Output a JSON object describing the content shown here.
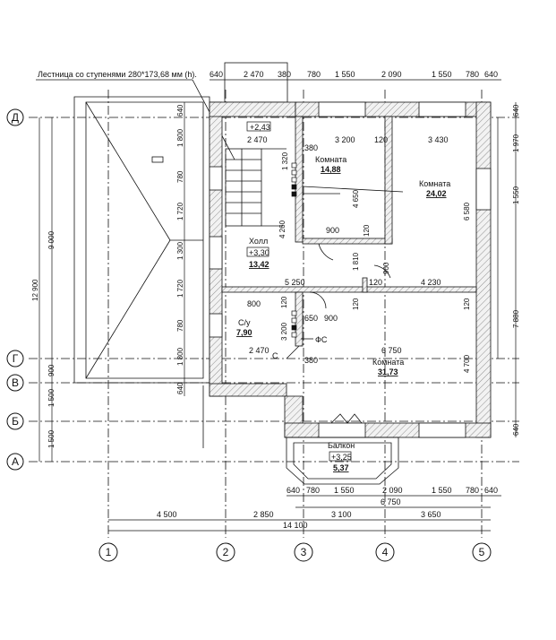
{
  "stair_note": "Лестница со ступенями 280*173,68 мм (h).",
  "axes": {
    "horizontal": [
      "Д",
      "Г",
      "В",
      "Б",
      "А"
    ],
    "vertical": [
      "1",
      "2",
      "3",
      "4",
      "5"
    ]
  },
  "rooms": [
    {
      "name": "Комната",
      "area": "14,88"
    },
    {
      "name": "Комната",
      "area": "24,02"
    },
    {
      "name": "Холл",
      "level": "+3,30",
      "area": "13,42"
    },
    {
      "name": "С/у",
      "area": "7,90"
    },
    {
      "name": "Комната",
      "area": "31,73"
    },
    {
      "name": "Балкон",
      "level": "+3,25",
      "area": "5,37"
    }
  ],
  "levels": {
    "top_left": "+2,43"
  },
  "labels": {
    "fs": "ФС",
    "c": "С"
  },
  "dims": {
    "top_row": [
      "640",
      "2 470",
      "380",
      "780",
      "1 550",
      "2 090",
      "1 550",
      "780",
      "640"
    ],
    "bottom_row1": [
      "640",
      "780",
      "1 550",
      "2 090",
      "1 550",
      "780",
      "640"
    ],
    "bottom_row2": "6 750",
    "bottom_row3": [
      "4 500",
      "2 850",
      "3 100",
      "3 650"
    ],
    "bottom_total": "14 100",
    "right_col1": [
      "640",
      "1 970",
      "1 550",
      "7 880",
      "640"
    ],
    "left_col1": [
      "640",
      "1 800",
      "780",
      "1 720",
      "1 300",
      "1 720",
      "780",
      "1 800",
      "640"
    ],
    "left_axis_col": [
      "9 000",
      "900",
      "1 500",
      "1 500"
    ],
    "left_total": "12 900",
    "inner": [
      "2 470",
      "3 200",
      "120",
      "3 430",
      "380",
      "1 320",
      "4 650",
      "6 580",
      "4 260",
      "900",
      "120",
      "900",
      "1 810",
      "5 250",
      "120",
      "4 230",
      "120",
      "800",
      "120",
      "650",
      "900",
      "120",
      "3 200",
      "2 470",
      "6 750",
      "380",
      "4 700"
    ]
  }
}
